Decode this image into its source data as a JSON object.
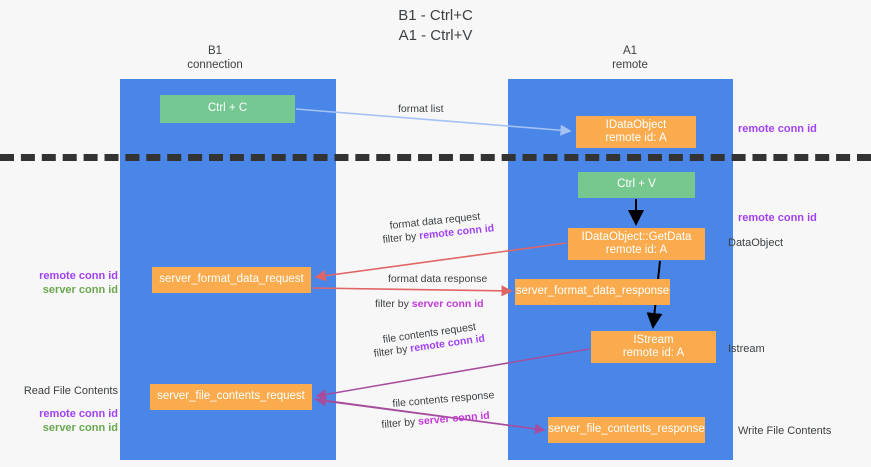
{
  "title": {
    "line1": "B1 - Ctrl+C",
    "line2": "A1 - Ctrl+V"
  },
  "columns": [
    {
      "id": "b1",
      "name": "B1",
      "role": "connection"
    },
    {
      "id": "a1",
      "name": "A1",
      "role": "remote"
    }
  ],
  "nodes": {
    "ctrl_c": {
      "line1": "Ctrl + C",
      "line2": "",
      "color": "#76c893"
    },
    "idataobject": {
      "line1": "IDataObject",
      "line2": "remote id: A",
      "color": "#f9ab4e"
    },
    "ctrl_v": {
      "line1": "Ctrl + V",
      "line2": "",
      "color": "#77c88f"
    },
    "getdata": {
      "line1": "IDataObject::GetData",
      "line2": "remote id: A",
      "color": "#f9ab4e"
    },
    "format_req": {
      "line1": "server_format_data_request",
      "line2": "",
      "color": "#f9ab4e"
    },
    "format_res": {
      "line1": "server_format_data_response",
      "line2": "",
      "color": "#f9ab4e"
    },
    "istream": {
      "line1": "IStream",
      "line2": "remote id: A",
      "color": "#f9ab4e"
    },
    "file_req": {
      "line1": "server_file_contents_request",
      "line2": "",
      "color": "#f9ab4e"
    },
    "file_res": {
      "line1": "server_file_contents_response",
      "line2": "",
      "color": "#f9ab4e"
    }
  },
  "edge_labels": {
    "format_list": {
      "text": "format list"
    },
    "format_data_request": {
      "text": "format data request"
    },
    "format_data_request_f": {
      "prefix": "filter by ",
      "token": "remote conn id",
      "token_color": "#a142f4"
    },
    "format_data_response": {
      "text": "format data response"
    },
    "format_data_response_f": {
      "prefix": "filter by ",
      "token": "server conn id",
      "token_color": "#c239d8"
    },
    "file_contents_request": {
      "text": "file contents request"
    },
    "file_contents_request_f": {
      "prefix": "filter by ",
      "token": "remote conn id",
      "token_color": "#a142f4"
    },
    "file_contents_response": {
      "text": "file contents response"
    },
    "file_contents_response_f": {
      "prefix": "filter by ",
      "token": "server conn id",
      "token_color": "#c239d8"
    }
  },
  "annotations": {
    "right_remote_conn_id_top": "remote conn id",
    "right_remote_conn_id_mid": "remote conn id",
    "right_dataobject": "DataObject",
    "right_istream": "Istream",
    "right_write_file_contents": "Write File Contents",
    "left_remote_conn_id_mid": "remote conn id",
    "left_server_conn_id_mid": "server conn id",
    "left_read_file_contents": "Read File Contents",
    "left_remote_conn_id_bottom": "remote conn id",
    "left_server_conn_id_bottom": "server conn id"
  },
  "colors": {
    "lane": "#4a86e8",
    "green_node": "#76c893",
    "orange_node": "#f9ab4e",
    "divider": "#333333",
    "purple": "#a142f4",
    "magenta": "#c239d8",
    "green_text": "#6aa84f",
    "wire_blue": "#a4c2f4",
    "wire_red": "#e06666",
    "wire_purple": "#a64d9e",
    "wire_black": "#000000",
    "background": "#f7f7f7"
  }
}
